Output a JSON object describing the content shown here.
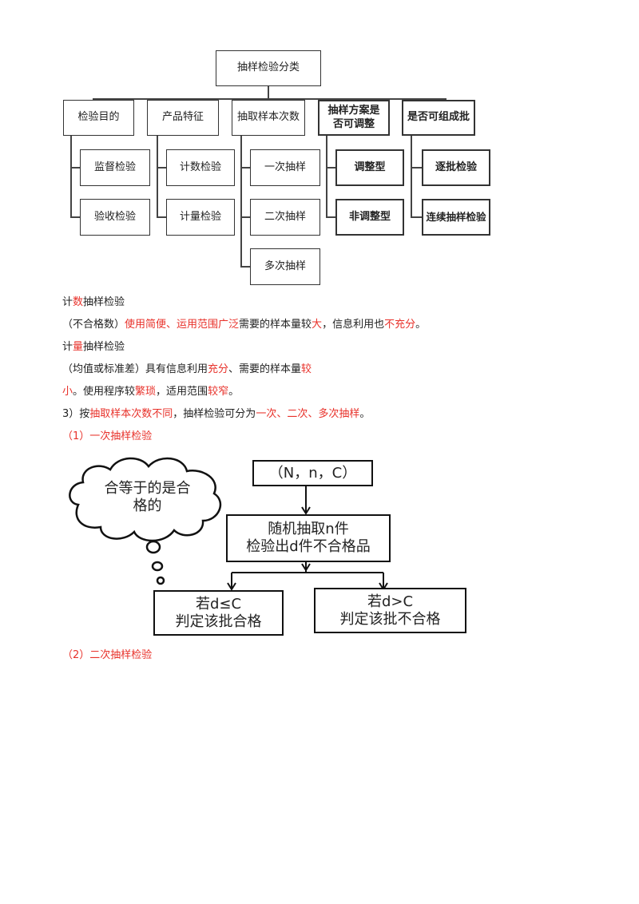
{
  "tree": {
    "root": "抽样检验分类",
    "categories": [
      "检验目的",
      "产品特征",
      "抽取样本次数",
      "抽样方案是否可调整",
      "是否可组成批"
    ],
    "purpose": [
      "监督检验",
      "验收检验"
    ],
    "feature": [
      "计数检验",
      "计量检验"
    ],
    "times": [
      "一次抽样",
      "二次抽样",
      "多次抽样"
    ],
    "adjust": [
      "调整型",
      "非调整型"
    ],
    "batch": [
      "逐批检验",
      "连续抽样检验"
    ]
  },
  "text": {
    "l1_a": "计",
    "l1_b": "数",
    "l1_c": "抽样检验",
    "l2_a": "（不合格数）",
    "l2_b": "使用简便、运用范围广泛",
    "l2_c": "需要的样本量较",
    "l2_d": "大",
    "l2_e": "，信息利用也",
    "l2_f": "不充分",
    "l2_g": "。",
    "l3_a": "计",
    "l3_b": "量",
    "l3_c": "抽样检验",
    "l4_a": "（均值或标准差）具有信息利用",
    "l4_b": "充分",
    "l4_c": "、需要的样本量",
    "l4_d": "较",
    "l5_a": "小",
    "l5_b": "。使用程序较",
    "l5_c": "繁琐",
    "l5_d": "，适用范围",
    "l5_e": "较窄",
    "l5_f": "。",
    "l6_a": "3）按",
    "l6_b": "抽取样本次数不同",
    "l6_c": "，抽样检验可分为",
    "l6_d": "一次、二次、多次抽样",
    "l6_e": "。",
    "h1": "（1）一次抽样检验",
    "h2": "（2）二次抽样检验"
  },
  "flow": {
    "cloud_line1": "合等于的是合",
    "cloud_line2": "格的",
    "params": "（N，n，C）",
    "step_line1": "随机抽取n件",
    "step_line2": "检验出d件不合格品",
    "pass_line1": "若d≤C",
    "pass_line2": "判定该批合格",
    "fail_line1": "若d>C",
    "fail_line2": "判定该批不合格"
  }
}
